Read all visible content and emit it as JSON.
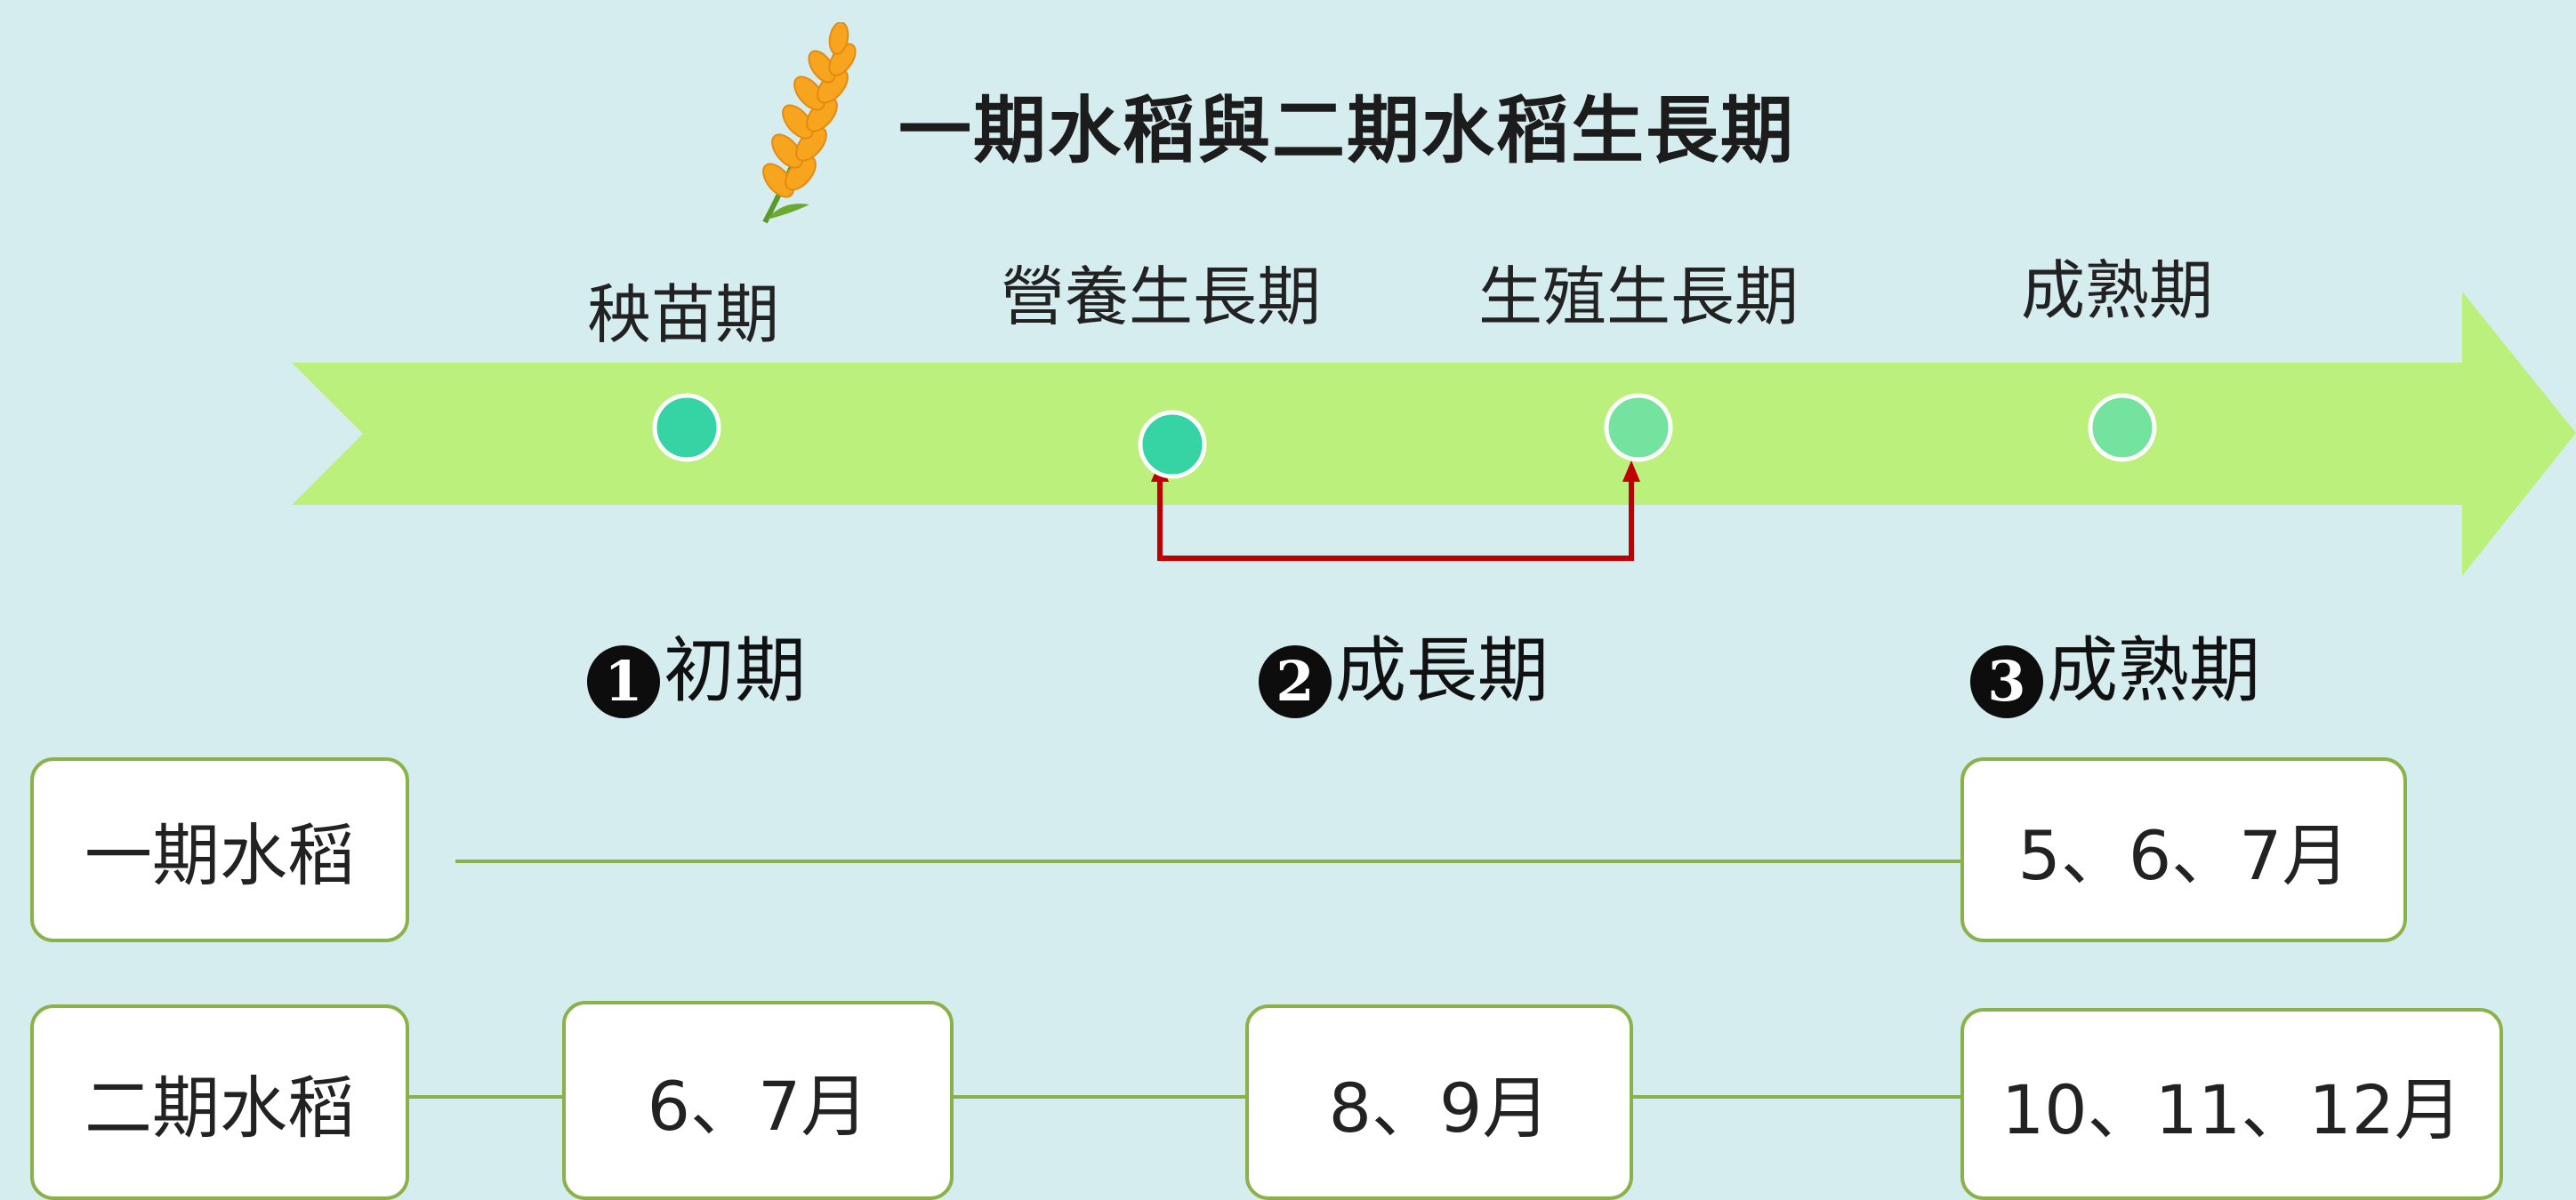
{
  "title": "一期水稻與二期水稻生長期",
  "top_cut_text": "",
  "stages": [
    "秧苗期",
    "營養生長期",
    "生殖生長期",
    "成熟期"
  ],
  "phases": [
    {
      "num": "1",
      "label": "初期"
    },
    {
      "num": "2",
      "label": "成長期"
    },
    {
      "num": "3",
      "label": "成熟期"
    }
  ],
  "rows": [
    {
      "label": "一期水稻",
      "cells": [
        "",
        "",
        "5、6、7月"
      ]
    },
    {
      "label": "二期水稻",
      "cells": [
        "6、7月",
        "8、9月",
        "10、11、12月"
      ]
    }
  ],
  "colors": {
    "background": "#d6edf0",
    "arrow": "#bcf07c",
    "dot_dark": "#36d4a4",
    "dot_light": "#74e3a0",
    "bracket": "#c00000",
    "box_border": "#8ab14a"
  },
  "icons": {
    "rice": "rice-stalk-icon"
  }
}
